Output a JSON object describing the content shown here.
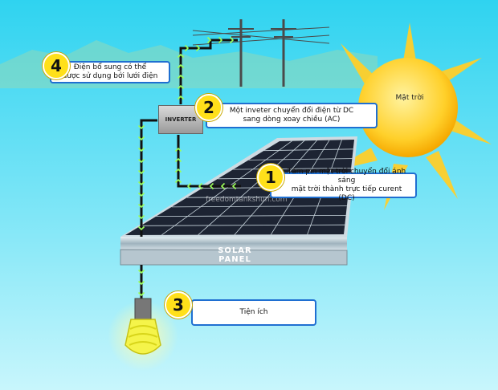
{
  "sun": {
    "label": "Mặt trời"
  },
  "inverter": {
    "label": "INVERTER"
  },
  "panel": {
    "label": "SOLAR  PANEL"
  },
  "watermark": "freedomtankshun.com",
  "steps": [
    {
      "number": "1",
      "lines": [
        "Tấm pin mặt trời chuyển đổi ánh sáng",
        "mặt trời thành trực tiếp curent (DC)"
      ]
    },
    {
      "number": "2",
      "lines": [
        "Một inveter chuyển đổi điện từ DC",
        "sang dòng xoay chiều (AC)"
      ]
    },
    {
      "number": "3",
      "lines": [
        "Tiện ích"
      ]
    },
    {
      "number": "4",
      "lines": [
        "Điện bổ sung có thể",
        "được sử dụng bởi lưới điện"
      ]
    }
  ],
  "colors": {
    "sky_top": "#2fd3f0",
    "sky_bottom": "#bff4fb",
    "sun": "#ffc21a",
    "callout_border": "#1f6fd1",
    "badge": "#ffe01a",
    "panel_cell": "#1d2433"
  }
}
